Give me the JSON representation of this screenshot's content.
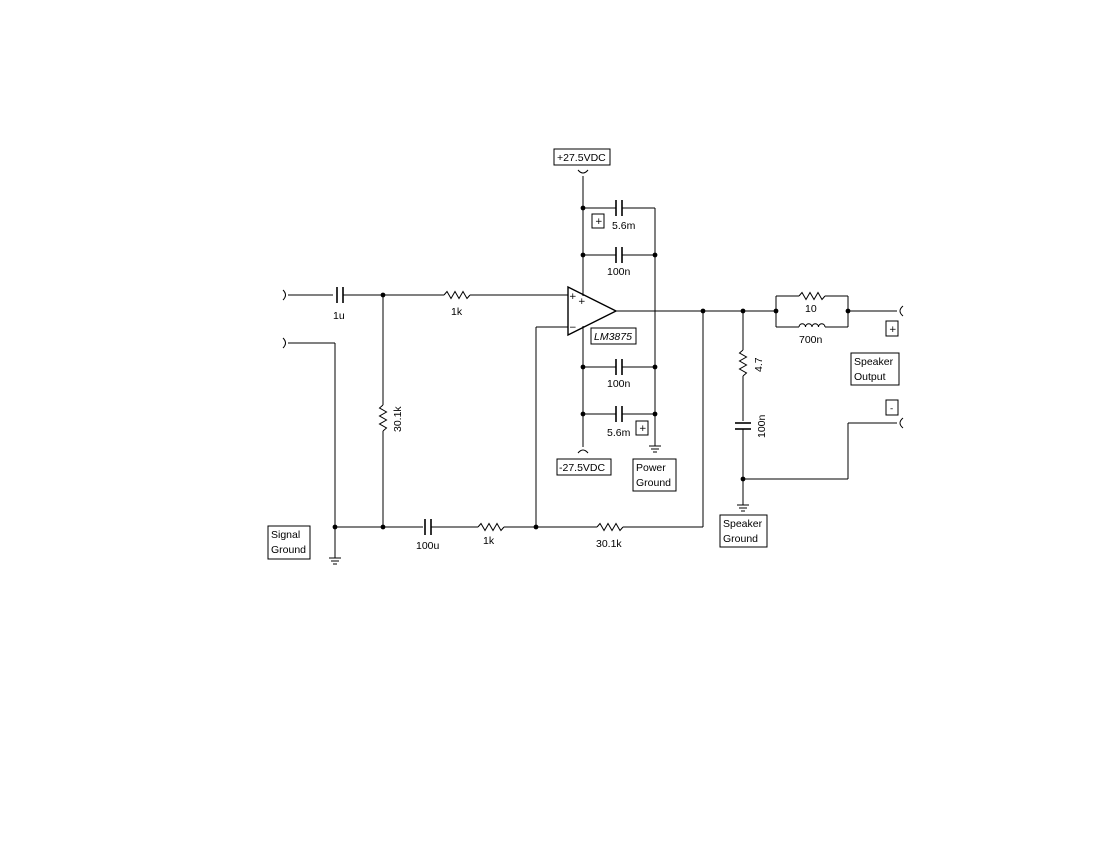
{
  "components": {
    "opamp": {
      "label": "LM3875",
      "plus_sign": "+",
      "minus_sign": "−"
    },
    "c_in": {
      "value": "1u"
    },
    "r_in_series": {
      "value": "1k"
    },
    "r_in_shunt": {
      "value": "30.1k"
    },
    "c_fb": {
      "value": "100u"
    },
    "r_fb_ground": {
      "value": "1k"
    },
    "r_feedback": {
      "value": "30.1k"
    },
    "c_pos_bulk": {
      "value": "5.6m",
      "polarity": "+"
    },
    "c_pos_bypass": {
      "value": "100n"
    },
    "c_neg_bypass": {
      "value": "100n"
    },
    "c_neg_bulk": {
      "value": "5.6m",
      "polarity": "+"
    },
    "r_zobel": {
      "value": "4.7"
    },
    "c_zobel": {
      "value": "100n"
    },
    "r_output": {
      "value": "10"
    },
    "l_output": {
      "value": "700n"
    }
  },
  "labels": {
    "pos_supply": "+27.5VDC",
    "neg_supply": "-27.5VDC",
    "power_ground": [
      "Power",
      "Ground"
    ],
    "signal_ground": [
      "Signal",
      "Ground"
    ],
    "speaker_ground": [
      "Speaker",
      "Ground"
    ],
    "speaker_output": [
      "Speaker",
      "Output"
    ],
    "output_plus": "+",
    "output_minus": "-"
  }
}
